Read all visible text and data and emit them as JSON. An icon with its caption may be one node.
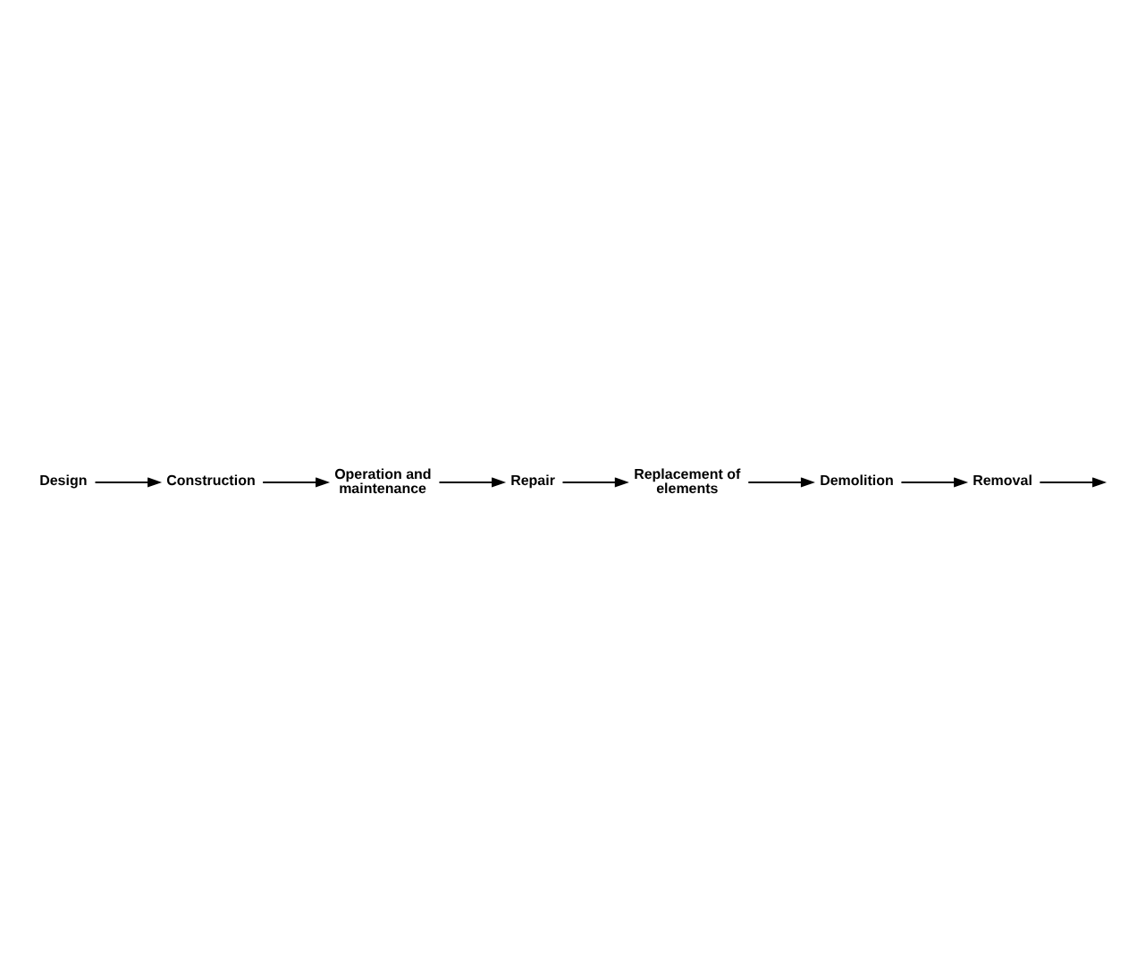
{
  "diagram": {
    "nodes": [
      {
        "text": [
          "Design"
        ]
      },
      {
        "text": [
          "Construction"
        ]
      },
      {
        "text": [
          "Operation and maintenance"
        ]
      },
      {
        "text": [
          "Repair"
        ]
      },
      {
        "text": [
          "Replacement of elements"
        ]
      },
      {
        "text": [
          "Demolition"
        ]
      },
      {
        "text": [
          "Removal"
        ]
      }
    ],
    "edges": [
      {
        "from": 0,
        "to": 1,
        "arrow": "to"
      },
      {
        "from": 1,
        "to": 2,
        "arrow": "to"
      },
      {
        "from": 2,
        "to": 3,
        "arrow": "to"
      },
      {
        "from": 3,
        "to": 4,
        "arrow": "to"
      },
      {
        "from": 4,
        "to": 5,
        "arrow": "to"
      },
      {
        "from": 5,
        "to": 6,
        "arrow": "to"
      },
      {
        "from": 6,
        "to": null,
        "arrow": "to"
      }
    ]
  }
}
